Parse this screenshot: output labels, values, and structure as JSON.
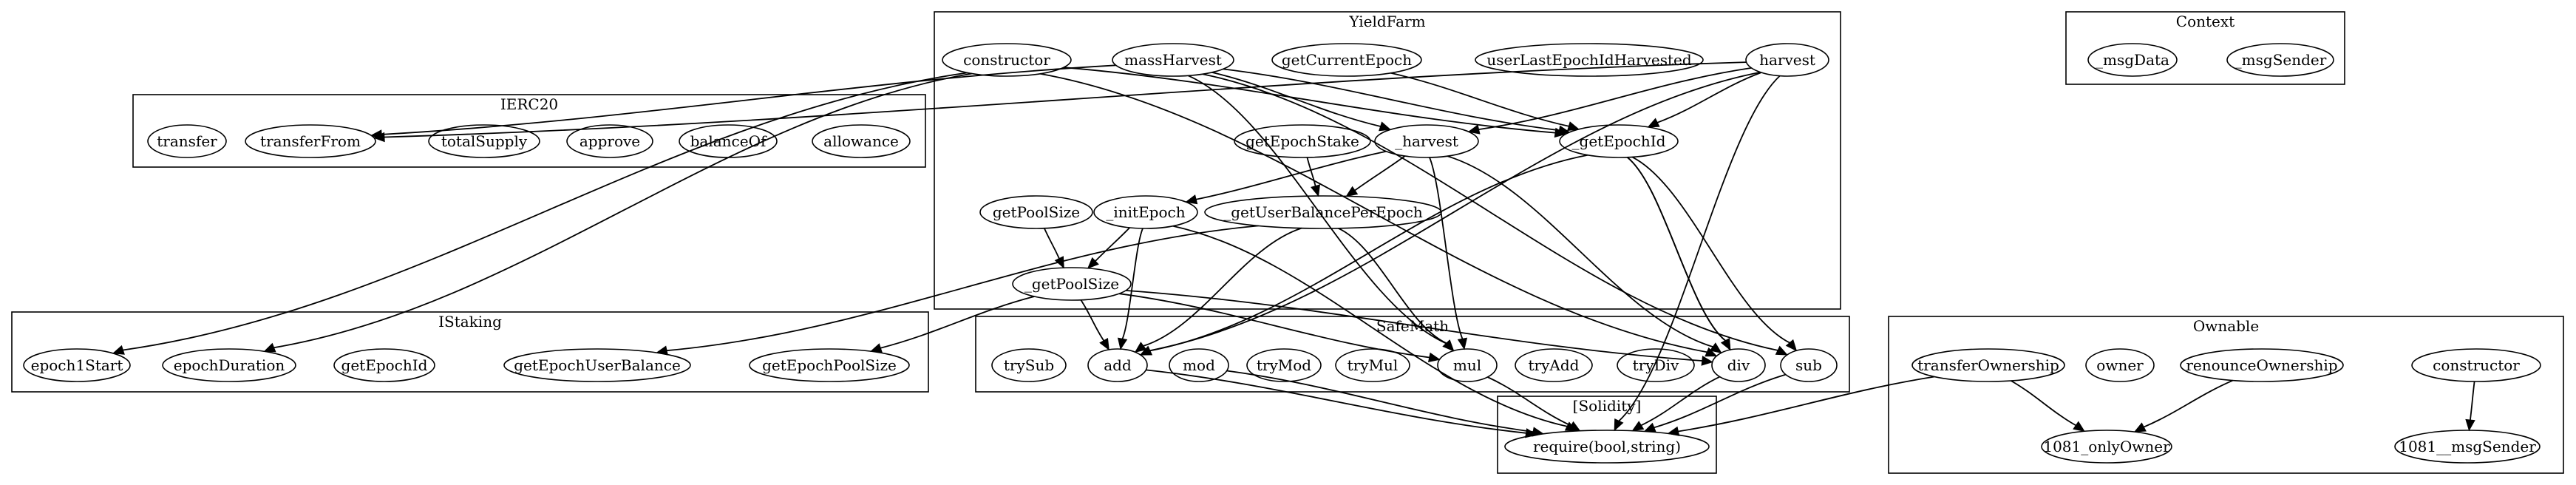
{
  "clusters": [
    {
      "id": "YieldFarm",
      "label": "YieldFarm"
    },
    {
      "id": "IERC20",
      "label": "IERC20"
    },
    {
      "id": "Context",
      "label": "Context"
    },
    {
      "id": "IStaking",
      "label": "IStaking"
    },
    {
      "id": "SafeMath",
      "label": "SafeMath"
    },
    {
      "id": "Solidity",
      "label": "[Solidity]"
    },
    {
      "id": "Ownable",
      "label": "Ownable"
    }
  ],
  "nodes": [
    {
      "id": "yf_constructor",
      "label": "constructor"
    },
    {
      "id": "yf_massHarvest",
      "label": "massHarvest"
    },
    {
      "id": "yf_getCurrentEpoch",
      "label": "getCurrentEpoch"
    },
    {
      "id": "yf_userLastEpochIdHarvested",
      "label": "userLastEpochIdHarvested"
    },
    {
      "id": "yf_harvest",
      "label": "harvest"
    },
    {
      "id": "yf__harvest",
      "label": "_harvest"
    },
    {
      "id": "yf__getEpochId",
      "label": "_getEpochId"
    },
    {
      "id": "yf_getEpochStake",
      "label": "getEpochStake"
    },
    {
      "id": "yf_getPoolSize",
      "label": "getPoolSize"
    },
    {
      "id": "yf__initEpoch",
      "label": "_initEpoch"
    },
    {
      "id": "yf__getUserBalancePerEpoch",
      "label": "_getUserBalancePerEpoch"
    },
    {
      "id": "yf__getPoolSize",
      "label": "_getPoolSize"
    },
    {
      "id": "erc_transfer",
      "label": "transfer"
    },
    {
      "id": "erc_transferFrom",
      "label": "transferFrom"
    },
    {
      "id": "erc_totalSupply",
      "label": "totalSupply"
    },
    {
      "id": "erc_approve",
      "label": "approve"
    },
    {
      "id": "erc_balanceOf",
      "label": "balanceOf"
    },
    {
      "id": "erc_allowance",
      "label": "allowance"
    },
    {
      "id": "ctx_msgData",
      "label": "_msgData"
    },
    {
      "id": "ctx_msgSender",
      "label": "_msgSender"
    },
    {
      "id": "stk_epoch1Start",
      "label": "epoch1Start"
    },
    {
      "id": "stk_epochDuration",
      "label": "epochDuration"
    },
    {
      "id": "stk_getEpochId",
      "label": "getEpochId"
    },
    {
      "id": "stk_getEpochUserBalance",
      "label": "getEpochUserBalance"
    },
    {
      "id": "stk_getEpochPoolSize",
      "label": "getEpochPoolSize"
    },
    {
      "id": "sm_trySub",
      "label": "trySub"
    },
    {
      "id": "sm_add",
      "label": "add"
    },
    {
      "id": "sm_mod",
      "label": "mod"
    },
    {
      "id": "sm_tryMod",
      "label": "tryMod"
    },
    {
      "id": "sm_tryMul",
      "label": "tryMul"
    },
    {
      "id": "sm_mul",
      "label": "mul"
    },
    {
      "id": "sm_tryAdd",
      "label": "tryAdd"
    },
    {
      "id": "sm_tryDiv",
      "label": "tryDiv"
    },
    {
      "id": "sm_div",
      "label": "div"
    },
    {
      "id": "sm_sub",
      "label": "sub"
    },
    {
      "id": "sol_require",
      "label": "require(bool,string)"
    },
    {
      "id": "own_transferOwnership",
      "label": "transferOwnership"
    },
    {
      "id": "own_owner",
      "label": "owner"
    },
    {
      "id": "own_renounceOwnership",
      "label": "renounceOwnership"
    },
    {
      "id": "own_constructor",
      "label": "constructor"
    },
    {
      "id": "own_onlyOwner",
      "label": "1081_onlyOwner"
    },
    {
      "id": "own_msgSender",
      "label": "1081__msgSender"
    }
  ],
  "edges": [
    {
      "from": "yf_constructor",
      "to": "stk_epoch1Start"
    },
    {
      "from": "yf_constructor",
      "to": "stk_epochDuration"
    },
    {
      "from": "yf_constructor",
      "to": "yf__getEpochId"
    },
    {
      "from": "yf_constructor",
      "to": "sm_div"
    },
    {
      "from": "yf_massHarvest",
      "to": "erc_transferFrom"
    },
    {
      "from": "yf_massHarvest",
      "to": "yf__getEpochId"
    },
    {
      "from": "yf_massHarvest",
      "to": "yf__harvest"
    },
    {
      "from": "yf_massHarvest",
      "to": "sm_mul"
    },
    {
      "from": "yf_massHarvest",
      "to": "sm_sub"
    },
    {
      "from": "yf_getCurrentEpoch",
      "to": "yf__getEpochId"
    },
    {
      "from": "yf_harvest",
      "to": "erc_transferFrom"
    },
    {
      "from": "yf_harvest",
      "to": "yf__harvest"
    },
    {
      "from": "yf_harvest",
      "to": "yf__getEpochId"
    },
    {
      "from": "yf_harvest",
      "to": "sm_add"
    },
    {
      "from": "yf_harvest",
      "to": "sol_require"
    },
    {
      "from": "yf__harvest",
      "to": "yf__initEpoch"
    },
    {
      "from": "yf__harvest",
      "to": "yf__getUserBalancePerEpoch"
    },
    {
      "from": "yf__harvest",
      "to": "sm_mul"
    },
    {
      "from": "yf__harvest",
      "to": "sm_div"
    },
    {
      "from": "yf_getEpochStake",
      "to": "yf__getUserBalancePerEpoch"
    },
    {
      "from": "yf__getEpochId",
      "to": "sm_add"
    },
    {
      "from": "yf__getEpochId",
      "to": "sm_div"
    },
    {
      "from": "yf__getEpochId",
      "to": "sm_sub"
    },
    {
      "from": "yf__getEpochId",
      "to": "sm_div"
    },
    {
      "from": "yf_getPoolSize",
      "to": "yf__getPoolSize"
    },
    {
      "from": "yf__initEpoch",
      "to": "yf__getPoolSize"
    },
    {
      "from": "yf__initEpoch",
      "to": "sm_add"
    },
    {
      "from": "yf__initEpoch",
      "to": "sol_require"
    },
    {
      "from": "yf__getUserBalancePerEpoch",
      "to": "stk_getEpochUserBalance"
    },
    {
      "from": "yf__getUserBalancePerEpoch",
      "to": "sm_add"
    },
    {
      "from": "yf__getUserBalancePerEpoch",
      "to": "sm_mul"
    },
    {
      "from": "yf__getPoolSize",
      "to": "stk_getEpochPoolSize"
    },
    {
      "from": "yf__getPoolSize",
      "to": "sm_add"
    },
    {
      "from": "yf__getPoolSize",
      "to": "sm_mul"
    },
    {
      "from": "yf__getPoolSize",
      "to": "sm_div"
    },
    {
      "from": "sm_add",
      "to": "sol_require"
    },
    {
      "from": "sm_mod",
      "to": "sol_require"
    },
    {
      "from": "sm_mul",
      "to": "sol_require"
    },
    {
      "from": "sm_div",
      "to": "sol_require"
    },
    {
      "from": "sm_sub",
      "to": "sol_require"
    },
    {
      "from": "own_transferOwnership",
      "to": "sol_require"
    },
    {
      "from": "own_transferOwnership",
      "to": "own_onlyOwner"
    },
    {
      "from": "own_renounceOwnership",
      "to": "own_onlyOwner"
    },
    {
      "from": "own_constructor",
      "to": "own_msgSender"
    }
  ]
}
